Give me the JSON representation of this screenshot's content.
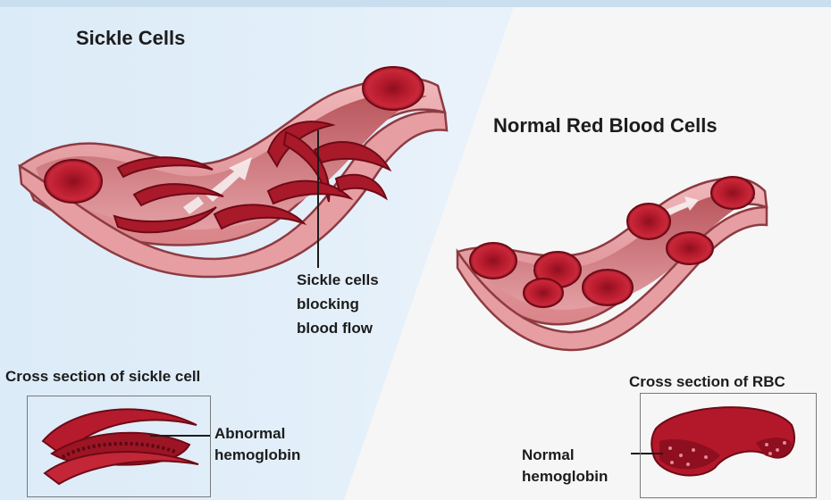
{
  "sickle": {
    "title": "Sickle Cells",
    "callout": "Sickle cells\nblocking\nblood flow",
    "cross_section_title": "Cross section of sickle cell",
    "cross_section_label": "Abnormal\nhemoglobin"
  },
  "normal": {
    "title": "Normal Red Blood Cells",
    "cross_section_title": "Cross section of RBC",
    "cross_section_label": "Normal\nhemoglobin"
  },
  "colors": {
    "vessel_outer": "#e8a3a6",
    "vessel_inner": "#c96a70",
    "cell": "#b3182a",
    "cell_dark": "#7e0d1b",
    "background_left": "#dcebf8",
    "background_right": "#f6f6f6"
  }
}
